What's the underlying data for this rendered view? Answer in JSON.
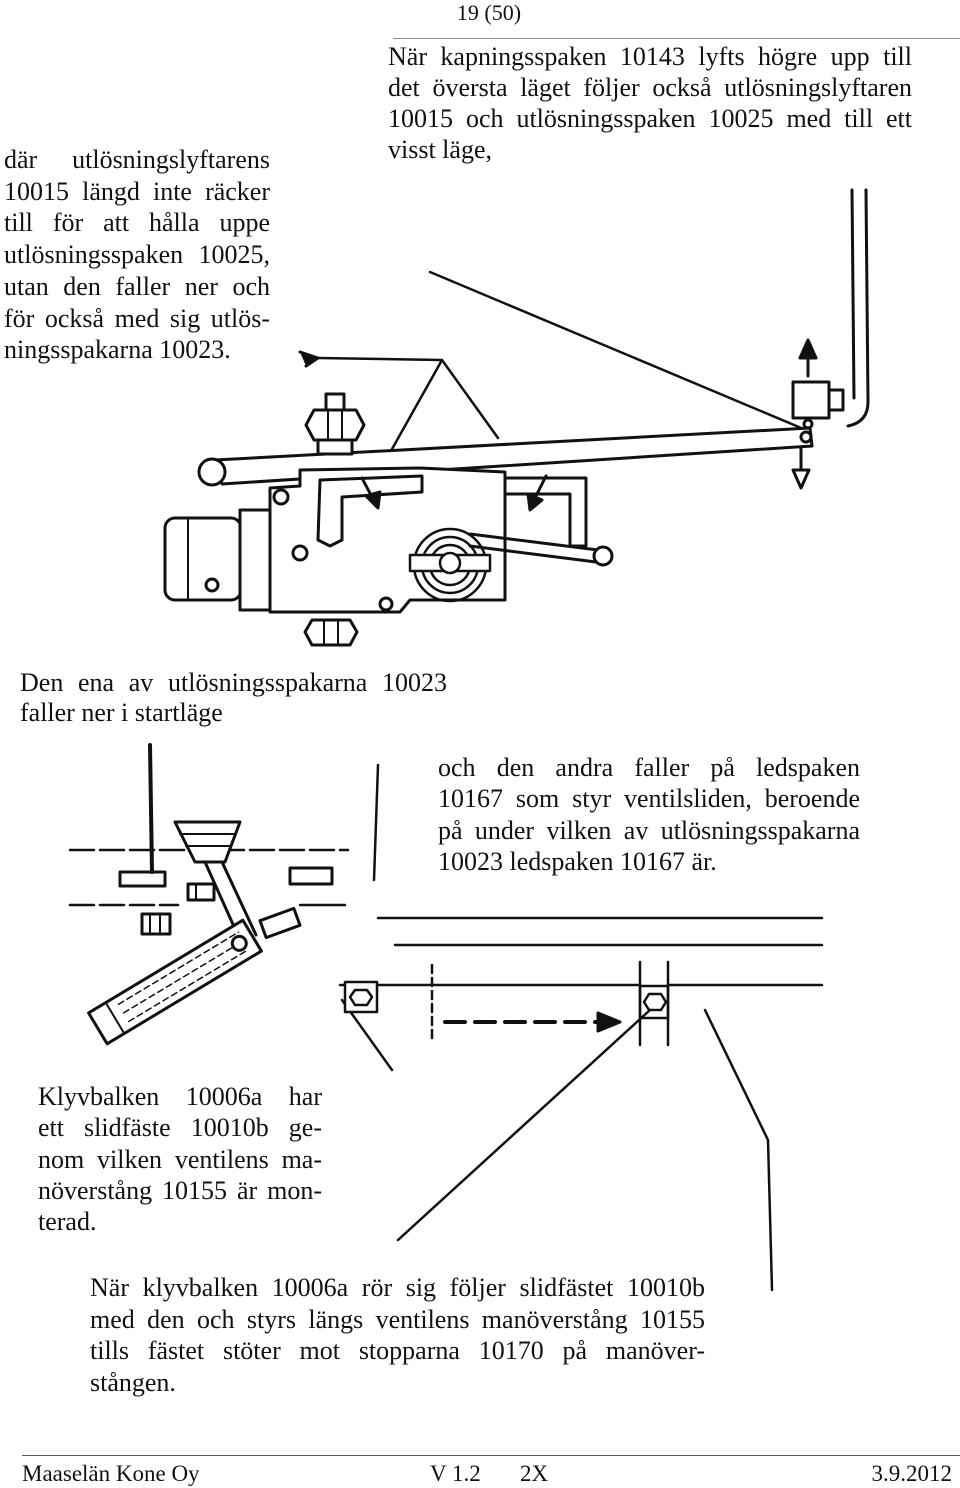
{
  "header": {
    "page_number": "19 (50)"
  },
  "blocks": {
    "left_intro": [
      "där utlösningslyftarens",
      "10015 längd inte räcker",
      "till för att hålla uppe",
      "utlösningsspaken 10025,",
      "utan den faller ner och",
      "för också med sig utlös-",
      "ningsspakarna 10023."
    ],
    "right_intro": [
      "När kapningsspaken 10143 lyfts högre upp till",
      "det översta läget följer också utlösningslyftaren",
      "10015 och utlösningsspaken 10025 med till ett",
      "visst läge,"
    ],
    "caption_start_position": [
      "Den ena av utlösningsspakarna 10023",
      "faller ner i startläge"
    ],
    "caption_valve_lever": [
      "och den andra faller på ledspaken",
      "10167 som styr ventilsliden, beroende",
      "på under vilken av utlösningsspakarna",
      "10023 ledspaken 10167 är."
    ],
    "caption_split_beam": [
      "Klyvbalken 10006a har",
      "ett slidfäste 10010b ge-",
      "nom vilken ventilens ma-",
      "növerstång 10155 är mon-",
      "terad."
    ],
    "caption_beam_motion": [
      "När klyvbalken 10006a rör sig följer slidfästet 10010b",
      "med den och styrs längs ventilens manöverstång 10155",
      "tills fästet stöter mot stopparna 10170 på manöver-",
      "stången."
    ]
  },
  "illustrations": {
    "icons": [
      "up-arrow-icon",
      "down-arrow-icon",
      "dashed-right-arrow-icon"
    ]
  },
  "footer": {
    "company": "Maaselän Kone Oy",
    "version": "V 1.2",
    "model": "2X",
    "date": "3.9.2012"
  }
}
